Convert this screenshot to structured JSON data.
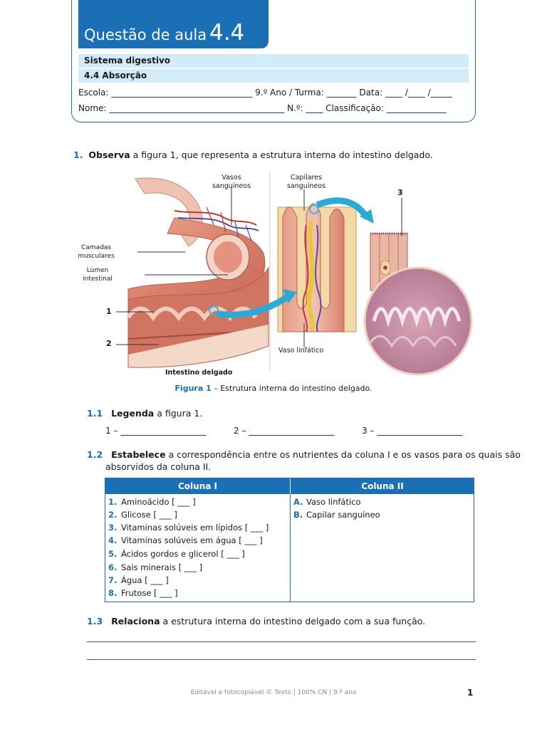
{
  "header": {
    "title_text": "Questão de aula",
    "title_number": "4.4",
    "topic": "Sistema digestivo",
    "subtopic": "4.4 Absorção",
    "school_line": "Escola: _________________________________ 9.º Ano / Turma: _______ Data: ____ /____ /_____",
    "name_line": "Nome: _________________________________________ N.º: ____ Classificação: ______________"
  },
  "q1": {
    "number": "1.",
    "bold": "Observa",
    "text": " a figura 1, que representa a estrutura interna do intestino delgado."
  },
  "figure": {
    "labels": {
      "vasos": "Vasos\nsanguíneos",
      "capilares": "Capilares\nsanguíneos",
      "camadas": "Camadas\nmusculares",
      "lumen": "Lúmen\nintestinal",
      "n1": "1",
      "n2": "2",
      "n3": "3",
      "vaso_linfatico": "Vaso linfático",
      "intestino": "Intestino delgado"
    },
    "caption_label": "Figura 1",
    "caption_text": " – Estrutura interna do intestino delgado."
  },
  "q11": {
    "number": "1.1",
    "bold": "Legenda",
    "text": " a figura 1.",
    "blanks": [
      "1 – ____________________",
      "2 – ____________________",
      "3 – ____________________"
    ]
  },
  "q12": {
    "number": "1.2",
    "bold": "Estabelece",
    "text_line1": " a correspondência entre os nutrientes da coluna I e os vasos para os quais são",
    "text_line2": "absorvidos da coluna II.",
    "col1_header": "Coluna I",
    "col2_header": "Coluna II",
    "col1": [
      {
        "n": "1.",
        "t": "Aminoácido [ ___ ]"
      },
      {
        "n": "2.",
        "t": "Glicose [ ___ ]"
      },
      {
        "n": "3.",
        "t": "Vitaminas solúveis em lípidos [ ___ ]"
      },
      {
        "n": "4.",
        "t": "Vitaminas solúveis em água [ ___ ]"
      },
      {
        "n": "5.",
        "t": "Ácidos gordos e glicerol [ ___ ]"
      },
      {
        "n": "6.",
        "t": "Sais minerais [ ___ ]"
      },
      {
        "n": "7.",
        "t": "Água [ ___ ]"
      },
      {
        "n": "8.",
        "t": "Frutose [ ___ ]"
      }
    ],
    "col2": [
      {
        "n": "A.",
        "t": "Vaso linfático"
      },
      {
        "n": "B.",
        "t": "Capilar sanguíneo"
      }
    ]
  },
  "q13": {
    "number": "1.3",
    "bold": "Relaciona",
    "text": " a estrutura interna do intestino delgado com a sua função."
  },
  "footer": {
    "text": "Editável e fotocopiável © Texto | 100% CN | 9.º ano",
    "page": "1"
  },
  "colors": {
    "accent": "#1a6fb5",
    "topic_bg": "#d2ecf7"
  }
}
